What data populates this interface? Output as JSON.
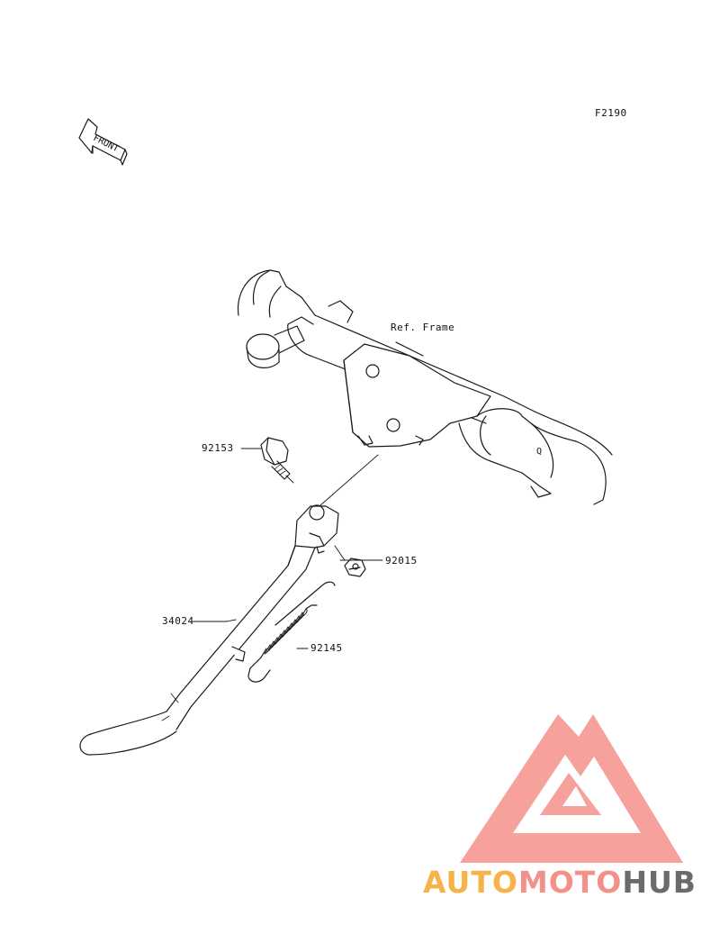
{
  "figure_code": "F2190",
  "front_arrow_text": "FRONT",
  "ref_label": "Ref. Frame",
  "ref_mark": "Q",
  "parts": {
    "bolt": "92153",
    "nut": "92015",
    "stand": "34024",
    "spring": "92145"
  },
  "watermark": {
    "part1": "AUTO",
    "part2": "MOTO",
    "part3": "HUB",
    "color1": "#f7b24a",
    "color2": "#f4908a",
    "color3": "#6b6b6b"
  }
}
